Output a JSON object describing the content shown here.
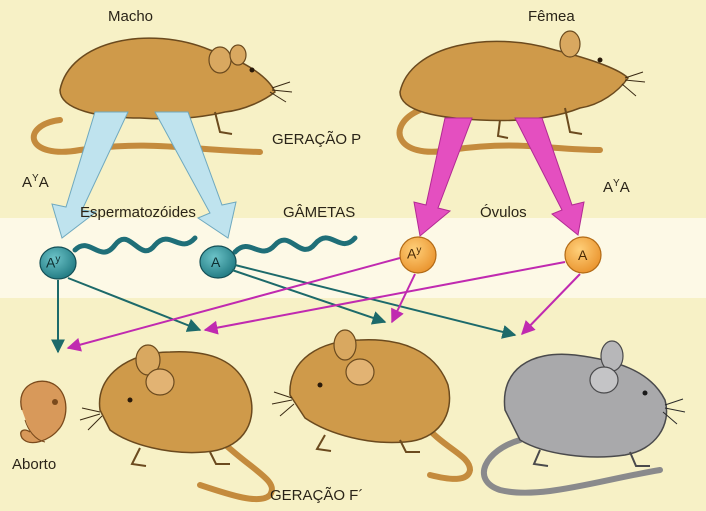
{
  "labels": {
    "male": "Macho",
    "female": "Fêmea",
    "generation_p": "GERAÇÃO P",
    "generation_f1": "GERAÇÃO F´",
    "gametes": "GÂMETAS",
    "sperm": "Espermatozóides",
    "eggs": "Óvulos",
    "abortion": "Aborto"
  },
  "genotypes": {
    "male_base": "A",
    "male_sup": "Y",
    "male_tail": "A",
    "female_base": "A",
    "female_sup": "Y",
    "female_tail": "A"
  },
  "gametes": {
    "sperm_1_base": "A",
    "sperm_1_sup": "y",
    "sperm_2": "A",
    "egg_1_base": "A",
    "egg_1_sup": "y",
    "egg_2": "A"
  },
  "colors": {
    "background": "#f7f1c6",
    "band": "#fdf9e6",
    "mouse_brown": "#cf9a4a",
    "mouse_gray": "#a9a9ab",
    "sperm_teal": "#2f8f96",
    "egg_orange": "#f2a73a",
    "male_arrow": "#bfe3ee",
    "female_arrow": "#e44fc0",
    "teal_line": "#1d6a6a",
    "magenta_line": "#c02ab0"
  }
}
